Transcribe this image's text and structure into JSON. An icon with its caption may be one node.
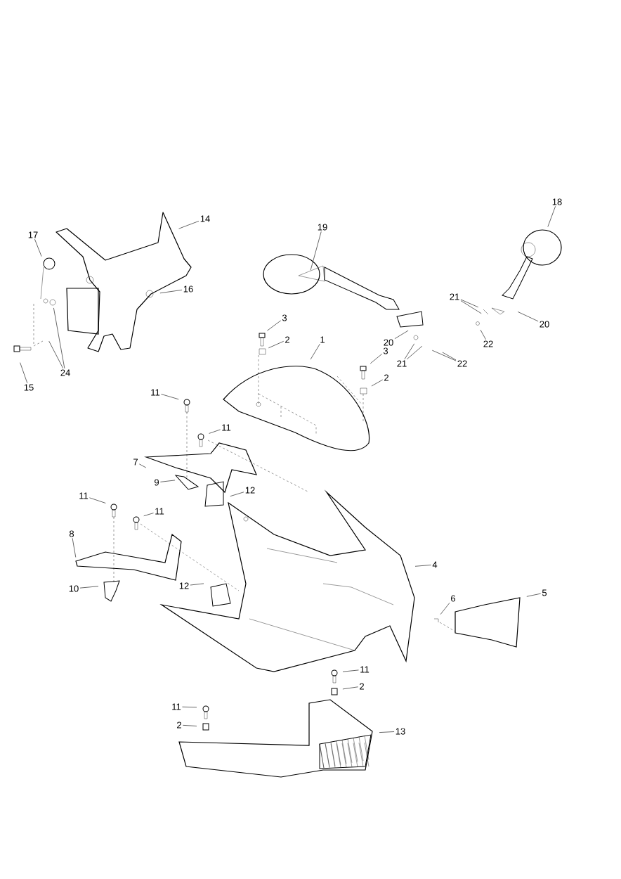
{
  "diagram": {
    "nodes": [
      {
        "text": [
          "14"
        ]
      },
      {
        "text": [
          "17"
        ]
      },
      {
        "text": [
          "16"
        ]
      },
      {
        "text": [
          "15"
        ]
      },
      {
        "text": [
          "24"
        ]
      },
      {
        "text": [
          "19"
        ]
      },
      {
        "text": [
          "18"
        ]
      },
      {
        "text": [
          "21"
        ]
      },
      {
        "text": [
          "20"
        ]
      },
      {
        "text": [
          "22"
        ]
      },
      {
        "text": [
          "20"
        ]
      },
      {
        "text": [
          "21"
        ]
      },
      {
        "text": [
          "22"
        ]
      },
      {
        "text": [
          "3"
        ]
      },
      {
        "text": [
          "2"
        ]
      },
      {
        "text": [
          "1"
        ]
      },
      {
        "text": [
          "3"
        ]
      },
      {
        "text": [
          "2"
        ]
      },
      {
        "text": [
          "11"
        ]
      },
      {
        "text": [
          "11"
        ]
      },
      {
        "text": [
          "7"
        ]
      },
      {
        "text": [
          "9"
        ]
      },
      {
        "text": [
          "12"
        ]
      },
      {
        "text": [
          "11"
        ]
      },
      {
        "text": [
          "11"
        ]
      },
      {
        "text": [
          "8"
        ]
      },
      {
        "text": [
          "4"
        ]
      },
      {
        "text": [
          "5"
        ]
      },
      {
        "text": [
          "6"
        ]
      },
      {
        "text": [
          "10"
        ]
      },
      {
        "text": [
          "12"
        ]
      },
      {
        "text": [
          "11"
        ]
      },
      {
        "text": [
          "2"
        ]
      },
      {
        "text": [
          "11"
        ]
      },
      {
        "text": [
          "2"
        ]
      },
      {
        "text": [
          "13"
        ]
      },
      {
        "text": [],
        "shape": "picture"
      },
      {
        "text": [],
        "shape": "picture"
      }
    ],
    "edges": [
      {
        "from": 0,
        "to": null,
        "arrow": "none"
      },
      {
        "from": 1,
        "to": null,
        "arrow": "none"
      },
      {
        "from": 2,
        "to": null,
        "arrow": "none"
      },
      {
        "from": 3,
        "to": null,
        "arrow": "none"
      },
      {
        "from": 4,
        "to": null,
        "arrow": "none"
      },
      {
        "from": 4,
        "to": null,
        "arrow": "none"
      },
      {
        "from": 5,
        "to": null,
        "arrow": "none"
      },
      {
        "from": 6,
        "to": null,
        "arrow": "none"
      },
      {
        "from": 7,
        "to": null,
        "arrow": "none"
      },
      {
        "from": 7,
        "to": null,
        "arrow": "none"
      },
      {
        "from": 8,
        "to": null,
        "arrow": "none"
      },
      {
        "from": 9,
        "to": null,
        "arrow": "none"
      },
      {
        "from": 10,
        "to": null,
        "arrow": "none"
      },
      {
        "from": 11,
        "to": null,
        "arrow": "none"
      },
      {
        "from": 11,
        "to": null,
        "arrow": "none"
      },
      {
        "from": 12,
        "to": null,
        "arrow": "none"
      },
      {
        "from": 12,
        "to": null,
        "arrow": "none"
      },
      {
        "from": 13,
        "to": null,
        "arrow": "none"
      },
      {
        "from": 14,
        "to": null,
        "arrow": "none"
      },
      {
        "from": 15,
        "to": null,
        "arrow": "none"
      },
      {
        "from": 16,
        "to": null,
        "arrow": "none"
      },
      {
        "from": 17,
        "to": null,
        "arrow": "none"
      },
      {
        "from": 18,
        "to": null,
        "arrow": "none"
      },
      {
        "from": 19,
        "to": null,
        "arrow": "none"
      },
      {
        "from": 20,
        "to": 36,
        "arrow": "none"
      },
      {
        "from": 21,
        "to": null,
        "arrow": "none"
      },
      {
        "from": 22,
        "to": null,
        "arrow": "none"
      },
      {
        "from": 23,
        "to": null,
        "arrow": "none"
      },
      {
        "from": 24,
        "to": null,
        "arrow": "none"
      },
      {
        "from": 25,
        "to": 37,
        "arrow": "none"
      },
      {
        "from": 26,
        "to": null,
        "arrow": "none"
      },
      {
        "from": 27,
        "to": null,
        "arrow": "none"
      },
      {
        "from": 28,
        "to": null,
        "arrow": "none"
      },
      {
        "from": 29,
        "to": null,
        "arrow": "none"
      },
      {
        "from": 30,
        "to": null,
        "arrow": "none"
      },
      {
        "from": 31,
        "to": null,
        "arrow": "none"
      },
      {
        "from": 32,
        "to": null,
        "arrow": "none"
      },
      {
        "from": 33,
        "to": null,
        "arrow": "none"
      },
      {
        "from": 34,
        "to": null,
        "arrow": "none"
      },
      {
        "from": 35,
        "to": null,
        "arrow": "none"
      }
    ]
  }
}
